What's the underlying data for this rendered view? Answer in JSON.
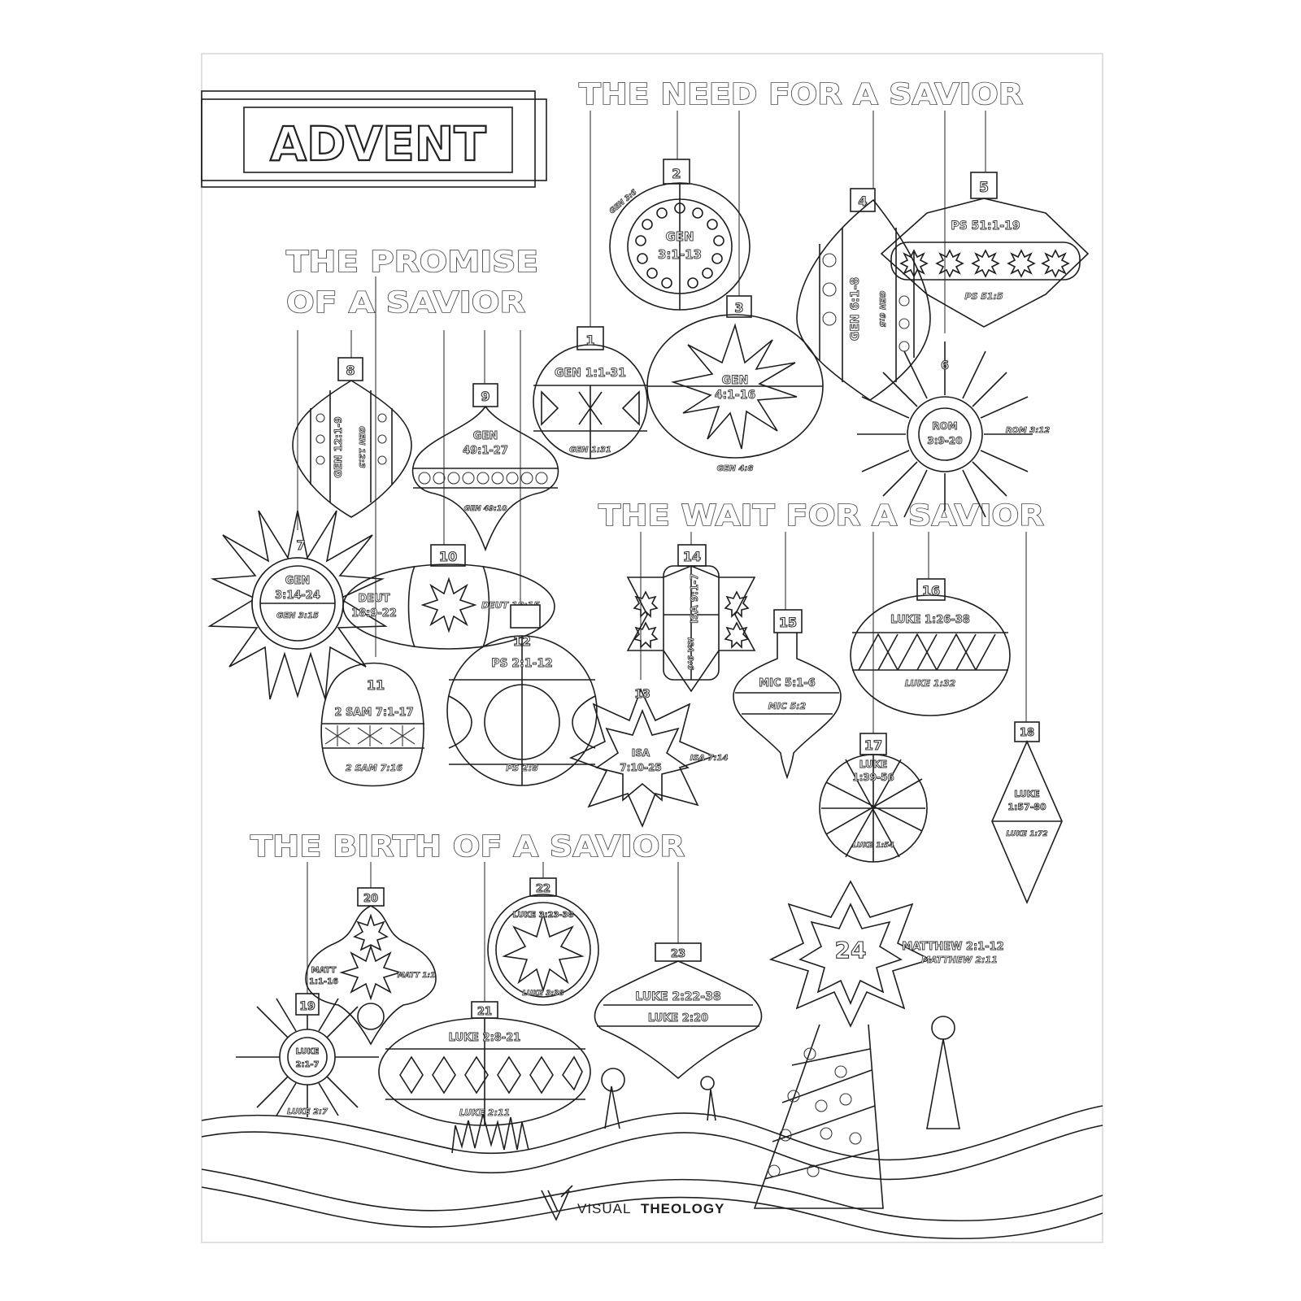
{
  "page": {
    "title": "ADVENT",
    "brand": {
      "first": "VISUAL",
      "second": "THEOLOGY"
    }
  },
  "sections": {
    "need": "THE NEED FOR A SAVIOR",
    "promise_line1": "THE PROMISE",
    "promise_line2": "OF A SAVIOR",
    "wait": "THE WAIT FOR A SAVIOR",
    "birth": "THE BIRTH OF A SAVIOR"
  },
  "ornaments": [
    {
      "day": "1",
      "ref_lines": [
        "GEN 1:1-31"
      ],
      "key_verse": "GEN 1:31"
    },
    {
      "day": "2",
      "ref_lines": [
        "GEN",
        "3:1-13"
      ],
      "key_verse": "GEN 3:6"
    },
    {
      "day": "3",
      "ref_lines": [
        "GEN",
        "4:1-16"
      ],
      "key_verse": "GEN 4:8"
    },
    {
      "day": "4",
      "ref_lines": [
        "GEN 6:1-8"
      ],
      "key_verse": "GEN 6:5"
    },
    {
      "day": "5",
      "ref_lines": [
        "PS 51:1-19"
      ],
      "key_verse": "PS 51:5"
    },
    {
      "day": "6",
      "ref_lines": [
        "ROM",
        "3:9-20"
      ],
      "key_verse": "ROM 3:12"
    },
    {
      "day": "7",
      "ref_lines": [
        "GEN",
        "3:14-24"
      ],
      "key_verse": "GEN 3:15"
    },
    {
      "day": "8",
      "ref_lines": [
        "GEN 12:1-9"
      ],
      "key_verse": "GEN 12:3"
    },
    {
      "day": "9",
      "ref_lines": [
        "GEN",
        "49:1-27"
      ],
      "key_verse": "GEN 49:10"
    },
    {
      "day": "10",
      "ref_lines": [
        "DEUT",
        "18:9-22"
      ],
      "key_verse": "DEUT 18:15"
    },
    {
      "day": "11",
      "ref_lines": [
        "2 SAM 7:1-17"
      ],
      "key_verse": "2 SAM 7:16"
    },
    {
      "day": "12",
      "ref_lines": [
        "PS 2:1-12"
      ],
      "key_verse": "PS 2:8"
    },
    {
      "day": "13",
      "ref_lines": [
        "ISA",
        "7:10-25"
      ],
      "key_verse": "ISA 7:14"
    },
    {
      "day": "14",
      "ref_lines": [
        "ISA 9:1-7"
      ],
      "key_verse": "ISA 9:6"
    },
    {
      "day": "15",
      "ref_lines": [
        "MIC 5:1-6"
      ],
      "key_verse": "MIC 5:2"
    },
    {
      "day": "16",
      "ref_lines": [
        "LUKE 1:26-38"
      ],
      "key_verse": "LUKE 1:32"
    },
    {
      "day": "17",
      "ref_lines": [
        "LUKE",
        "1:39-56"
      ],
      "key_verse": "LUKE 1:54"
    },
    {
      "day": "18",
      "ref_lines": [
        "LUKE",
        "1:57-80"
      ],
      "key_verse": "LUKE 1:72"
    },
    {
      "day": "19",
      "ref_lines": [
        "LUKE",
        "2:1-7"
      ],
      "key_verse": "LUKE 2:7"
    },
    {
      "day": "20",
      "ref_lines": [
        "MATT",
        "1:1-16"
      ],
      "key_verse": "MATT 1:1"
    },
    {
      "day": "21",
      "ref_lines": [
        "LUKE 2:8-21"
      ],
      "key_verse": "LUKE 2:11"
    },
    {
      "day": "22",
      "ref_lines": [
        "LUKE 3:23-38"
      ],
      "key_verse": "LUKE 3:38"
    },
    {
      "day": "23",
      "ref_lines": [
        "LUKE 2:22-38"
      ],
      "key_verse": "LUKE 2:20"
    },
    {
      "day": "24",
      "ref_lines": [
        "MATTHEW 2:1-12"
      ],
      "key_verse": "MATTHEW 2:11"
    }
  ]
}
